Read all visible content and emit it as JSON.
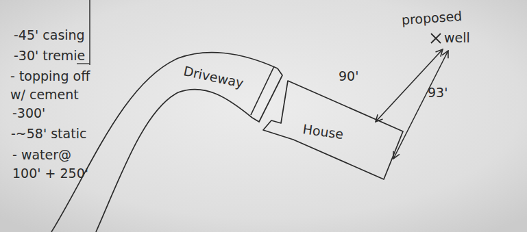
{
  "diagram": {
    "nodes": [
      {
        "text": [
          "Driveway"
        ]
      },
      {
        "text": [
          "House"
        ]
      }
    ],
    "labels": [
      "-45' casing",
      "-30' tremie",
      "- topping off w/ cement",
      "-300'",
      "-~58' static",
      "- water@ 100' + 250'",
      "proposed",
      "well",
      "90'",
      "93'"
    ]
  }
}
